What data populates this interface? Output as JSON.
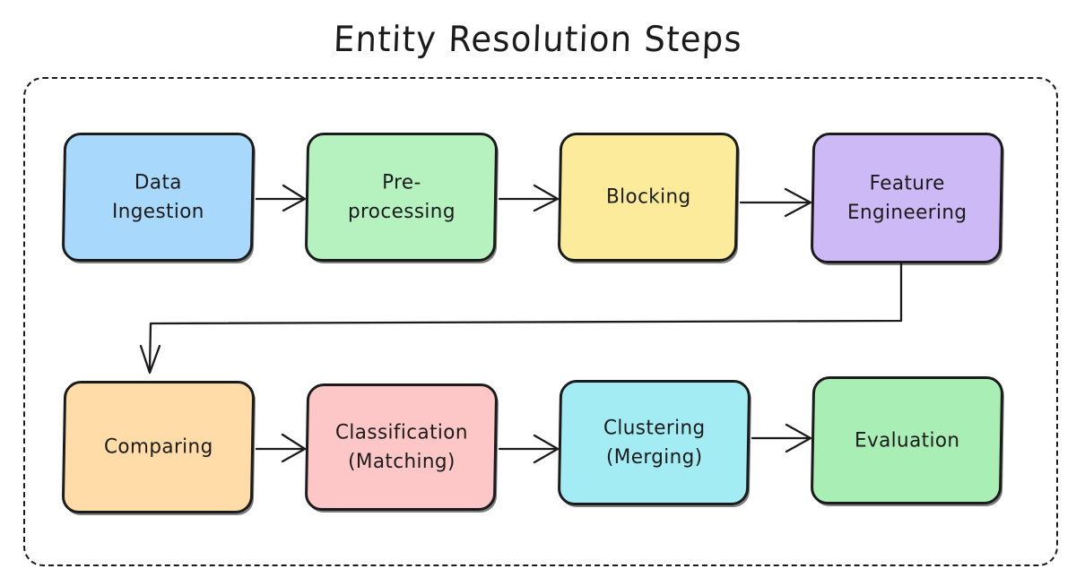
{
  "diagram": {
    "title": "Entity Resolution Steps",
    "frame": {
      "style": "dashed-rounded-rectangle",
      "color": "#1b1b1b"
    },
    "background": "#ffffff",
    "nodes": [
      {
        "id": "data-ingestion",
        "label": "Data\nIngestion",
        "color": "#a8d8fb",
        "row": 1,
        "order": 1
      },
      {
        "id": "pre-processing",
        "label": "Pre-\nprocessing",
        "color": "#b5f2c0",
        "row": 1,
        "order": 2
      },
      {
        "id": "blocking",
        "label": "Blocking",
        "color": "#fceb9a",
        "row": 1,
        "order": 3
      },
      {
        "id": "feature-engineering",
        "label": "Feature\nEngineering",
        "color": "#ccb9f5",
        "row": 1,
        "order": 4
      },
      {
        "id": "comparing",
        "label": "Comparing",
        "color": "#ffdca8",
        "row": 2,
        "order": 1
      },
      {
        "id": "classification",
        "label": "Classification\n(Matching)",
        "color": "#fec7c7",
        "row": 2,
        "order": 2
      },
      {
        "id": "clustering",
        "label": "Clustering\n(Merging)",
        "color": "#a3ecf4",
        "row": 2,
        "order": 3
      },
      {
        "id": "evaluation",
        "label": "Evaluation",
        "color": "#a9eeb4",
        "row": 2,
        "order": 4
      }
    ],
    "edges": [
      {
        "from": "data-ingestion",
        "to": "pre-processing"
      },
      {
        "from": "pre-processing",
        "to": "blocking"
      },
      {
        "from": "blocking",
        "to": "feature-engineering"
      },
      {
        "from": "feature-engineering",
        "to": "comparing"
      },
      {
        "from": "comparing",
        "to": "classification"
      },
      {
        "from": "classification",
        "to": "clustering"
      },
      {
        "from": "clustering",
        "to": "evaluation"
      }
    ]
  }
}
